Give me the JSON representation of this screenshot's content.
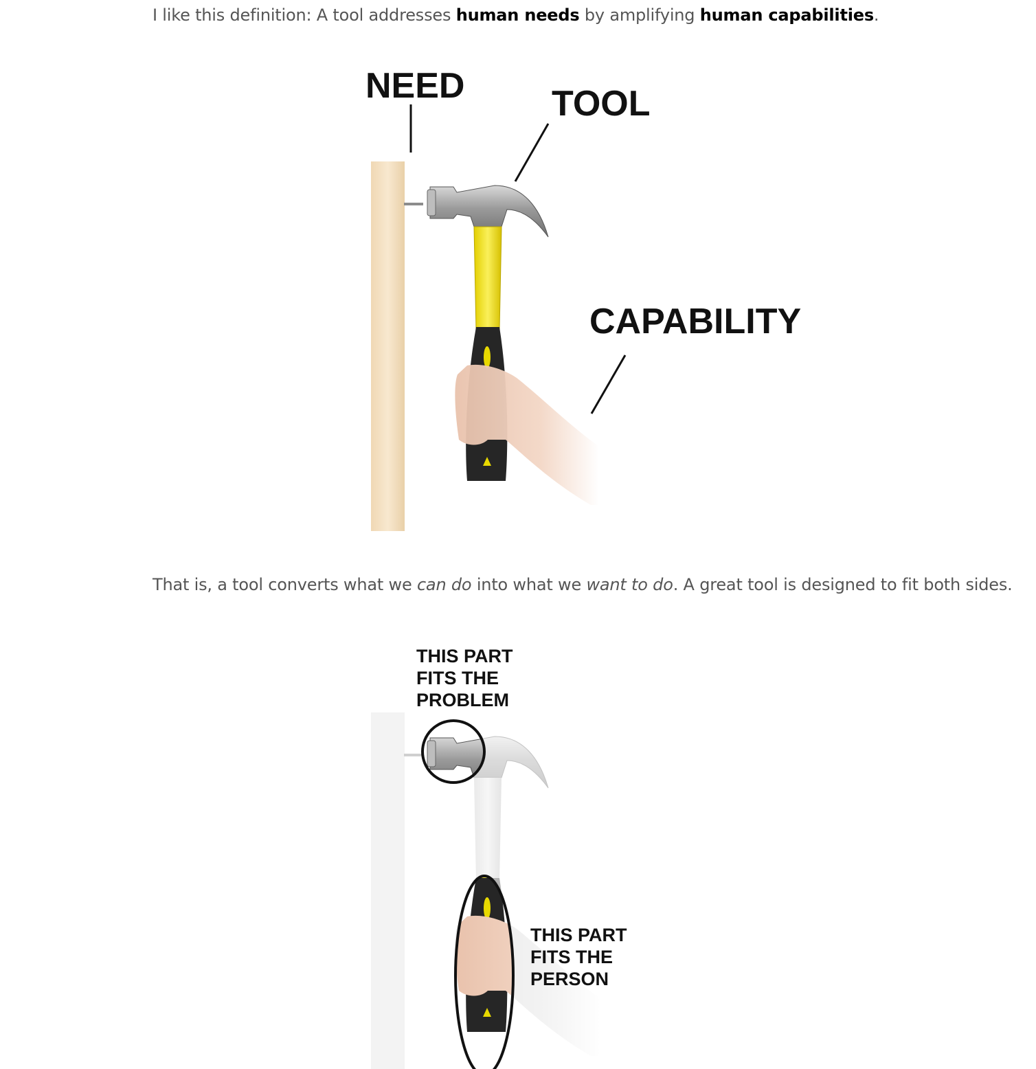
{
  "intro": {
    "prefix": "I like this definition:   A tool addresses ",
    "bold1": "human needs",
    "middle": " by amplifying ",
    "bold2": "human capabilities",
    "suffix": "."
  },
  "figure1": {
    "labels": {
      "need": "NEED",
      "tool": "TOOL",
      "capability": "CAPABILITY"
    }
  },
  "explanation": {
    "prefix": "That is, a tool converts what we ",
    "italic1": "can do",
    "middle": " into what we ",
    "italic2": "want to do",
    "suffix": ". A great tool is designed to fit both sides."
  },
  "figure2": {
    "labels": {
      "problem_line1": "THIS PART",
      "problem_line2": "FITS THE",
      "problem_line3": "PROBLEM",
      "person_line1": "THIS PART",
      "person_line2": "FITS THE",
      "person_line3": "PERSON"
    }
  },
  "colors": {
    "text": "#555555",
    "bold_text": "#000000",
    "handle_yellow": "#f2e20f",
    "wood": "#f5e2c4"
  }
}
